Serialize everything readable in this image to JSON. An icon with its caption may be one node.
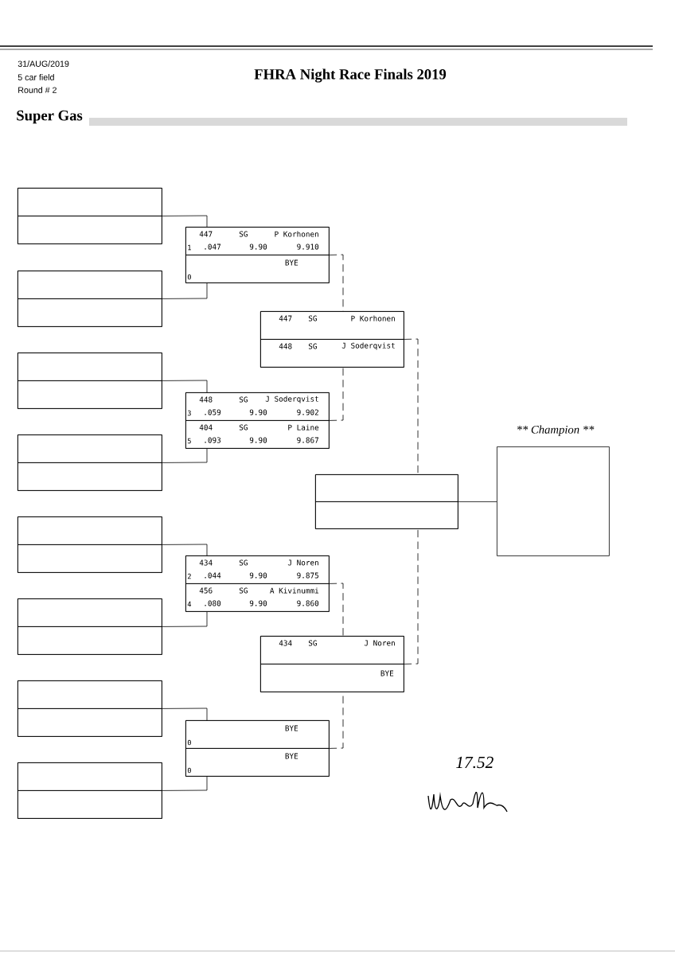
{
  "diagram": {
    "title": "FHRA Night Race Finals 2019",
    "nodes": [
      {
        "text": [],
        "shape": "box"
      },
      {
        "text": [],
        "shape": "box",
        "in": 0
      },
      {
        "text": [],
        "shape": "box",
        "in": 0
      },
      {
        "text": [],
        "shape": "box"
      },
      {
        "text": [],
        "shape": "box",
        "in": 3
      },
      {
        "text": [],
        "shape": "box",
        "in": 3
      },
      {
        "text": [],
        "shape": "box"
      },
      {
        "text": [],
        "shape": "box",
        "in": 6
      },
      {
        "text": [],
        "shape": "box",
        "in": 6
      },
      {
        "text": [],
        "shape": "box"
      },
      {
        "text": [],
        "shape": "box",
        "in": 9
      },
      {
        "text": [],
        "shape": "box",
        "in": 9
      },
      {
        "text": [],
        "shape": "box"
      },
      {
        "text": [],
        "shape": "box",
        "in": 12
      },
      {
        "text": [],
        "shape": "box",
        "in": 12
      },
      {
        "text": [],
        "shape": "box"
      },
      {
        "text": [],
        "shape": "box",
        "in": 15
      },
      {
        "text": [],
        "shape": "box",
        "in": 15
      },
      {
        "text": [],
        "shape": "box"
      },
      {
        "text": [],
        "shape": "box",
        "in": 18
      },
      {
        "text": [],
        "shape": "box",
        "in": 18
      },
      {
        "text": [],
        "shape": "box"
      },
      {
        "text": [],
        "shape": "box",
        "in": 21
      },
      {
        "text": [],
        "shape": "box",
        "in": 21
      },
      {
        "text": [],
        "shape": "box"
      },
      {
        "text": [
          "447",
          "SG",
          "P Korhonen",
          "1",
          ".047",
          "9.90",
          "9.910"
        ],
        "in": 24
      },
      {
        "text": [
          "BYE",
          "0"
        ],
        "in": 24
      },
      {
        "text": [],
        "shape": "box"
      },
      {
        "text": [
          "448",
          "SG",
          "J Soderqvist",
          "3",
          ".059",
          "9.90",
          "9.902"
        ],
        "in": 27
      },
      {
        "text": [
          "404",
          "SG",
          "P Laine",
          "5",
          ".093",
          "9.90",
          "9.867"
        ],
        "in": 27
      },
      {
        "text": [],
        "shape": "box"
      },
      {
        "text": [
          "434",
          "SG",
          "J Noren",
          "2",
          ".044",
          "9.90",
          "9.875"
        ],
        "in": 30
      },
      {
        "text": [
          "456",
          "SG",
          "A Kivinummi",
          "4",
          ".080",
          "9.90",
          "9.860"
        ],
        "in": 30
      },
      {
        "text": [],
        "shape": "box"
      },
      {
        "text": [
          "BYE",
          "0"
        ],
        "in": 33
      },
      {
        "text": [
          "BYE",
          "0"
        ],
        "in": 33
      },
      {
        "text": [],
        "shape": "box"
      },
      {
        "text": [
          "447",
          "SG",
          "P Korhonen"
        ],
        "in": 36
      },
      {
        "text": [
          "448",
          "SG",
          "J Soderqvist"
        ],
        "in": 36
      },
      {
        "text": [],
        "shape": "box"
      },
      {
        "text": [
          "434",
          "SG",
          "J Noren"
        ],
        "in": 39
      },
      {
        "text": [
          "BYE"
        ],
        "in": 39
      },
      {
        "text": [],
        "shape": "box"
      },
      {
        "text": [],
        "shape": "box",
        "in": 42
      },
      {
        "text": [],
        "shape": "box",
        "in": 42
      },
      {
        "text": [
          "** Champion **"
        ]
      }
    ],
    "edges": [
      {
        "from": 0,
        "to": 24,
        "arrow": "none"
      },
      {
        "from": 3,
        "to": 24,
        "arrow": "none"
      },
      {
        "from": 6,
        "to": 27,
        "arrow": "none"
      },
      {
        "from": 9,
        "to": 27,
        "arrow": "none"
      },
      {
        "from": 12,
        "to": 30,
        "arrow": "none"
      },
      {
        "from": 15,
        "to": 30,
        "arrow": "none"
      },
      {
        "from": 18,
        "to": 33,
        "arrow": "none"
      },
      {
        "from": 21,
        "to": 33,
        "arrow": "none"
      },
      {
        "from": 24,
        "to": 36,
        "arrow": "none",
        "style": "dashed"
      },
      {
        "from": 27,
        "to": 36,
        "arrow": "none",
        "style": "dashed"
      },
      {
        "from": 30,
        "to": 39,
        "arrow": "none",
        "style": "dashed"
      },
      {
        "from": 33,
        "to": 39,
        "arrow": "none",
        "style": "dashed"
      },
      {
        "from": 36,
        "to": 42,
        "arrow": "none",
        "style": "dashed"
      },
      {
        "from": 39,
        "to": 42,
        "arrow": "none",
        "style": "dashed"
      },
      {
        "from": 42,
        "to": 45,
        "arrow": "none"
      }
    ],
    "labels": [
      "31/AUG/2019",
      "5 car field",
      "Round # 2",
      "Super Gas",
      "17.52"
    ]
  }
}
